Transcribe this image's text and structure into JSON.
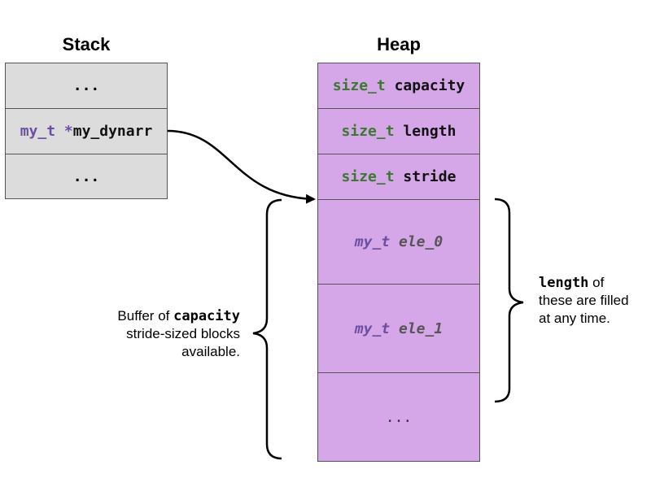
{
  "stack": {
    "title": "Stack",
    "cells": [
      {
        "text": "..."
      },
      {
        "type": "my_t",
        "star": "*",
        "name": "my_dynarr"
      },
      {
        "text": "..."
      }
    ]
  },
  "heap": {
    "title": "Heap",
    "header": [
      {
        "type": "size_t",
        "name": "capacity"
      },
      {
        "type": "size_t",
        "name": "length"
      },
      {
        "type": "size_t",
        "name": "stride"
      }
    ],
    "elements": [
      {
        "type": "my_t",
        "name": "ele_0"
      },
      {
        "type": "my_t",
        "name": "ele_1"
      }
    ],
    "ellipsis": "..."
  },
  "annotations": {
    "left": {
      "prefix": "Buffer of ",
      "mono": "capacity",
      "line2": "stride-sized blocks",
      "line3": "available."
    },
    "right": {
      "mono": "length",
      "suffix": " of",
      "line2": "these are filled",
      "line3": "at any time."
    }
  },
  "colors": {
    "stack_fill": "#dcdcdc",
    "heap_fill": "#d5a6e8",
    "type_color": "#6a4fa3",
    "size_t_color": "#3a7a2e"
  }
}
